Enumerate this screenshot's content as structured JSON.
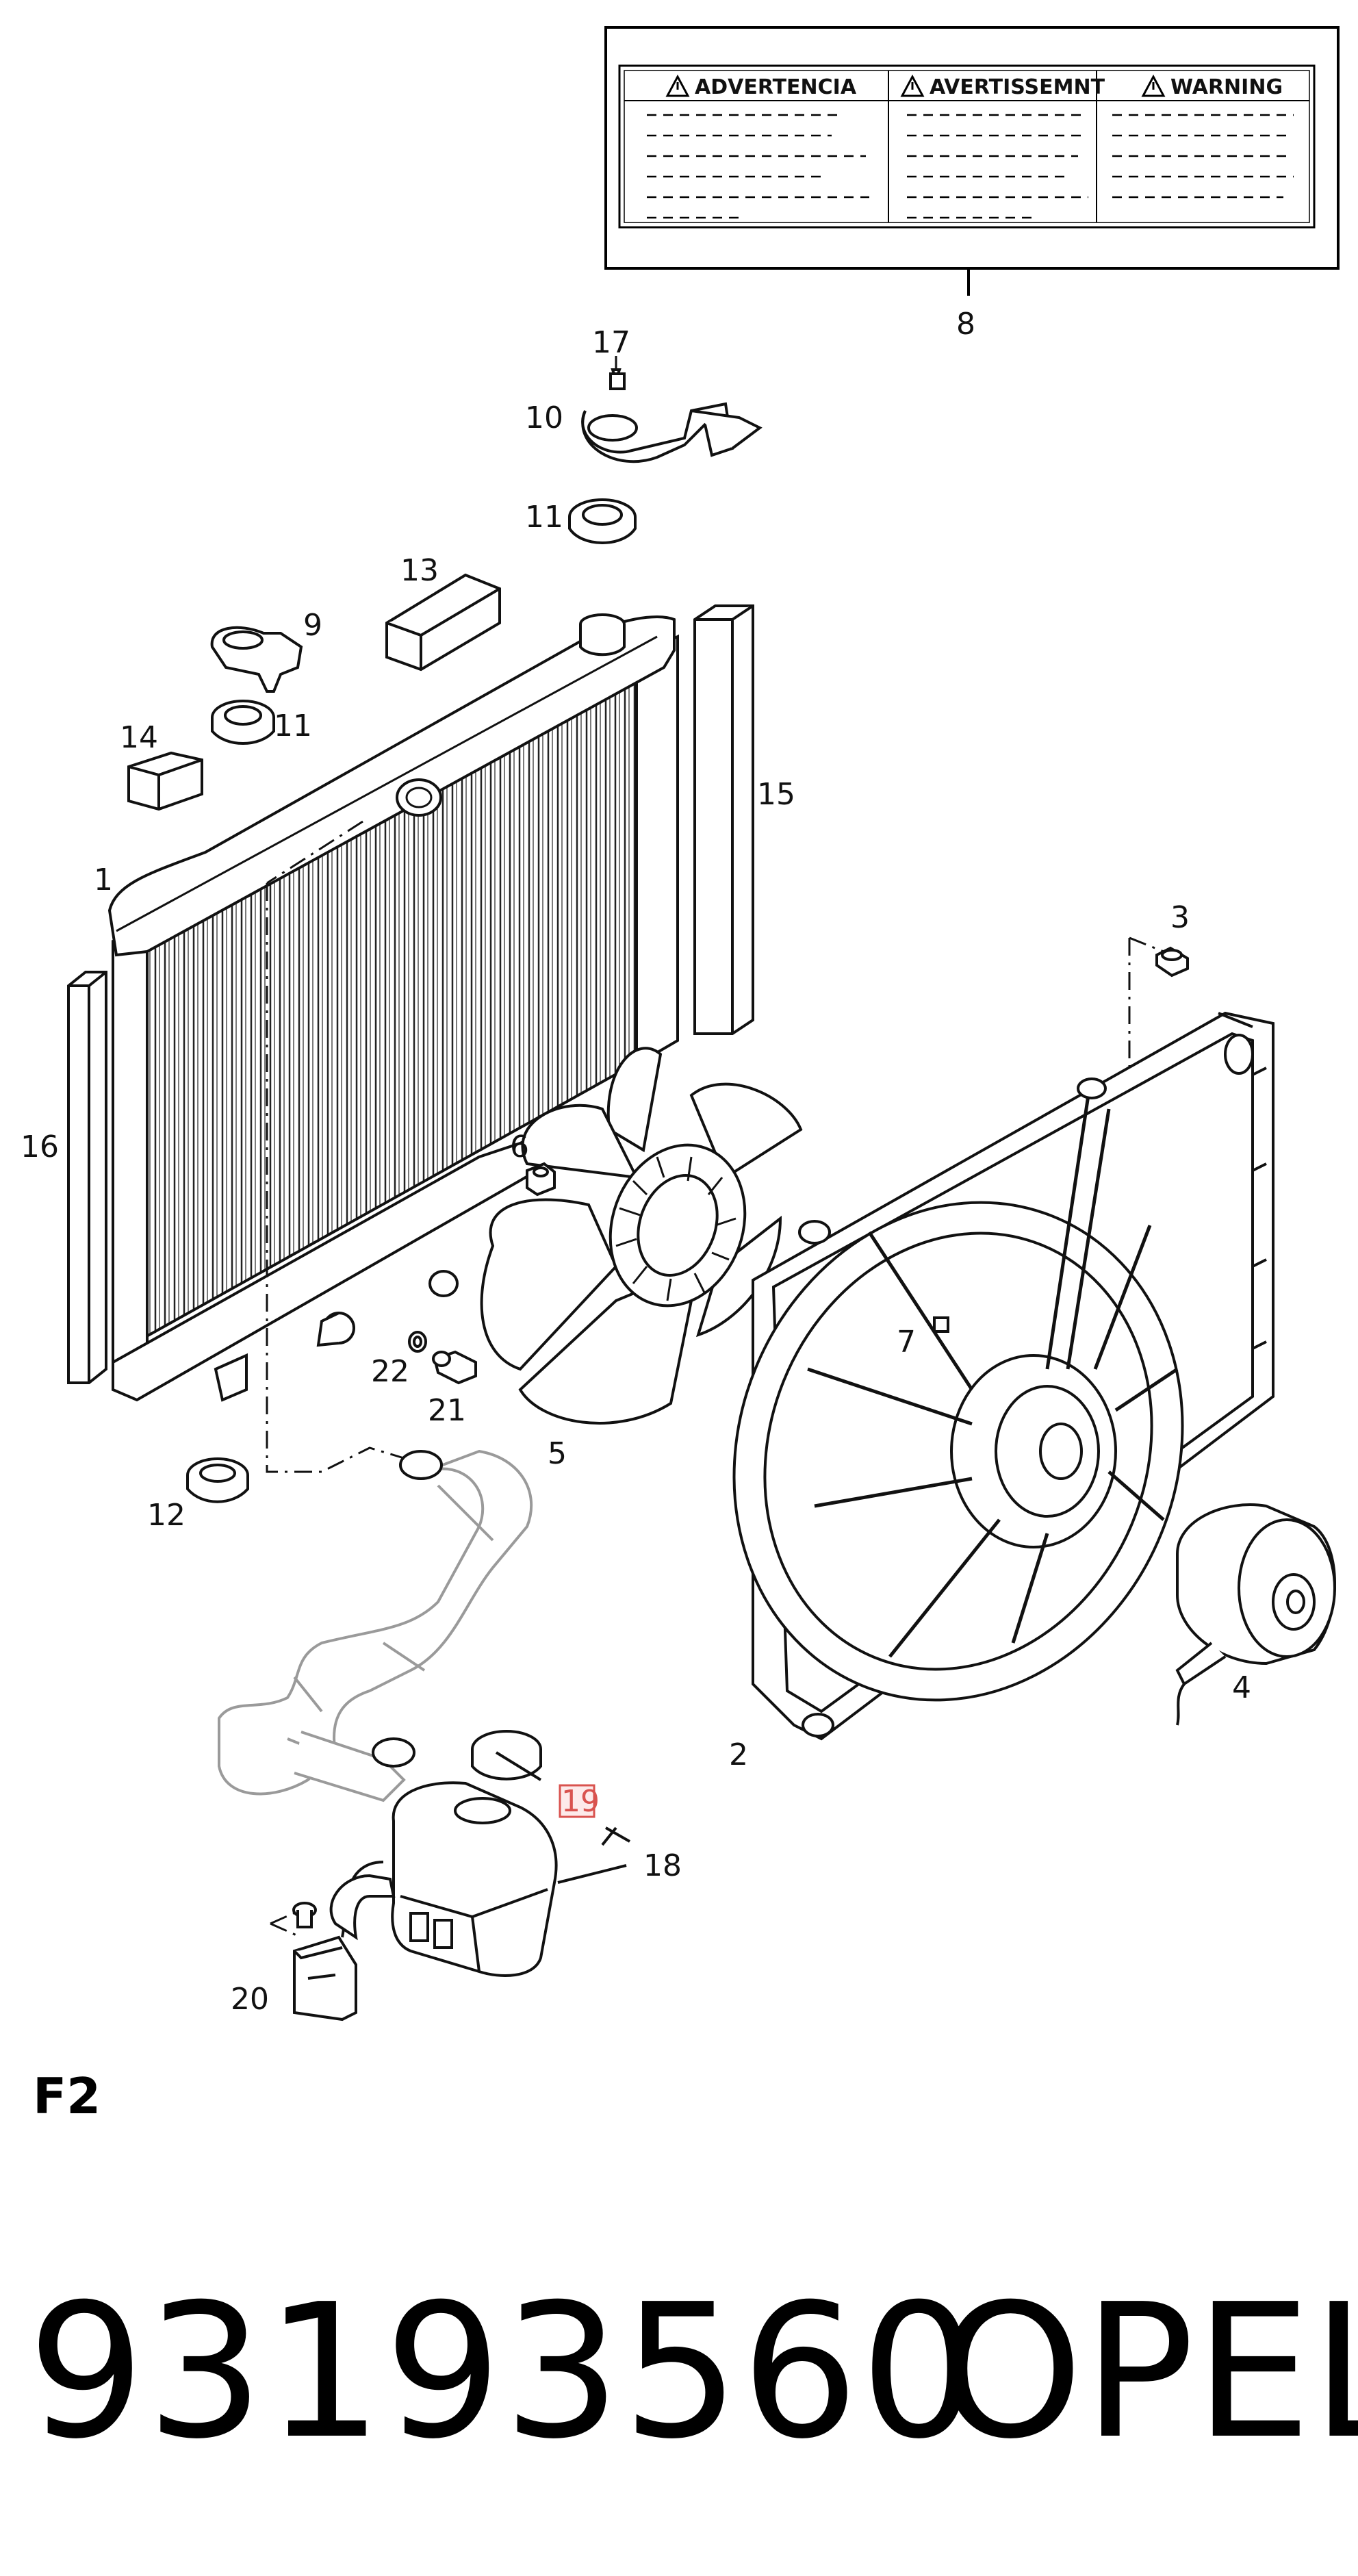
{
  "warning_label": {
    "columns": [
      "ADVERTENCIA",
      "AVERTISSEMNT",
      "WARNING"
    ]
  },
  "callouts": {
    "c1": "1",
    "c2": "2",
    "c3": "3",
    "c4": "4",
    "c5": "5",
    "c6": "6",
    "c7": "7",
    "c8": "8",
    "c9": "9",
    "c10": "10",
    "c11a": "11",
    "c11b": "11",
    "c12": "12",
    "c13": "13",
    "c14": "14",
    "c15": "15",
    "c16": "16",
    "c17": "17",
    "c18": "18",
    "c19": "19",
    "c20": "20",
    "c21": "21",
    "c22": "22"
  },
  "highlight_color": "#d9534f",
  "sheet_code": "F2",
  "part_number": "93193560",
  "brand": "OPEL"
}
